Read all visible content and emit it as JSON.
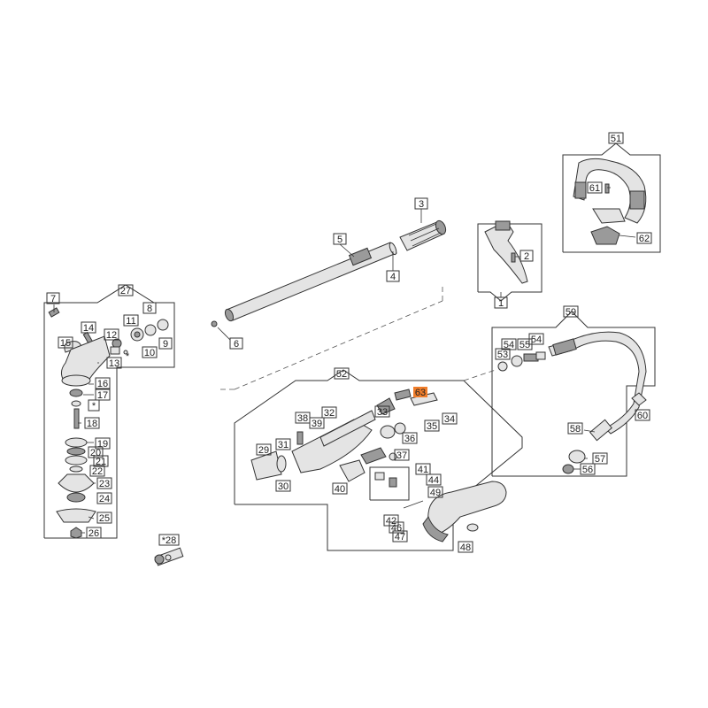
{
  "diagram": {
    "highlight_color": "#f07d2a",
    "callouts": {
      "c1": "1",
      "c2": "2",
      "c3": "3",
      "c4": "4",
      "c5": "5",
      "c6": "6",
      "c7": "7",
      "c8": "8",
      "c9": "9",
      "c10": "10",
      "c11": "11",
      "c12": "12",
      "c13": "13",
      "c14": "14",
      "c15": "15",
      "c16": "16",
      "c17": "17",
      "c17b": "*",
      "c18": "18",
      "c19": "19",
      "c20": "20",
      "c21": "21",
      "c22": "22",
      "c23": "23",
      "c24": "24",
      "c25": "25",
      "c26": "26",
      "c27": "27",
      "c28": "*28",
      "c29": "29",
      "c30": "30",
      "c31": "31",
      "c32": "32",
      "c33": "33",
      "c34": "34",
      "c35": "35",
      "c36": "36",
      "c37": "37",
      "c38": "38",
      "c39": "39",
      "c40": "40",
      "c41": "41",
      "c42": "42",
      "c44": "44",
      "c46": "46",
      "c47": "47",
      "c48": "48",
      "c49": "49",
      "c51": "51",
      "c52": "52",
      "c53": "53",
      "c54a": "54",
      "c54b": "54",
      "c55": "55",
      "c56": "56",
      "c57": "57",
      "c58": "58",
      "c59": "59",
      "c60": "60",
      "c61": "61",
      "c62": "62",
      "c63": "63",
      "c13b": "*"
    }
  }
}
